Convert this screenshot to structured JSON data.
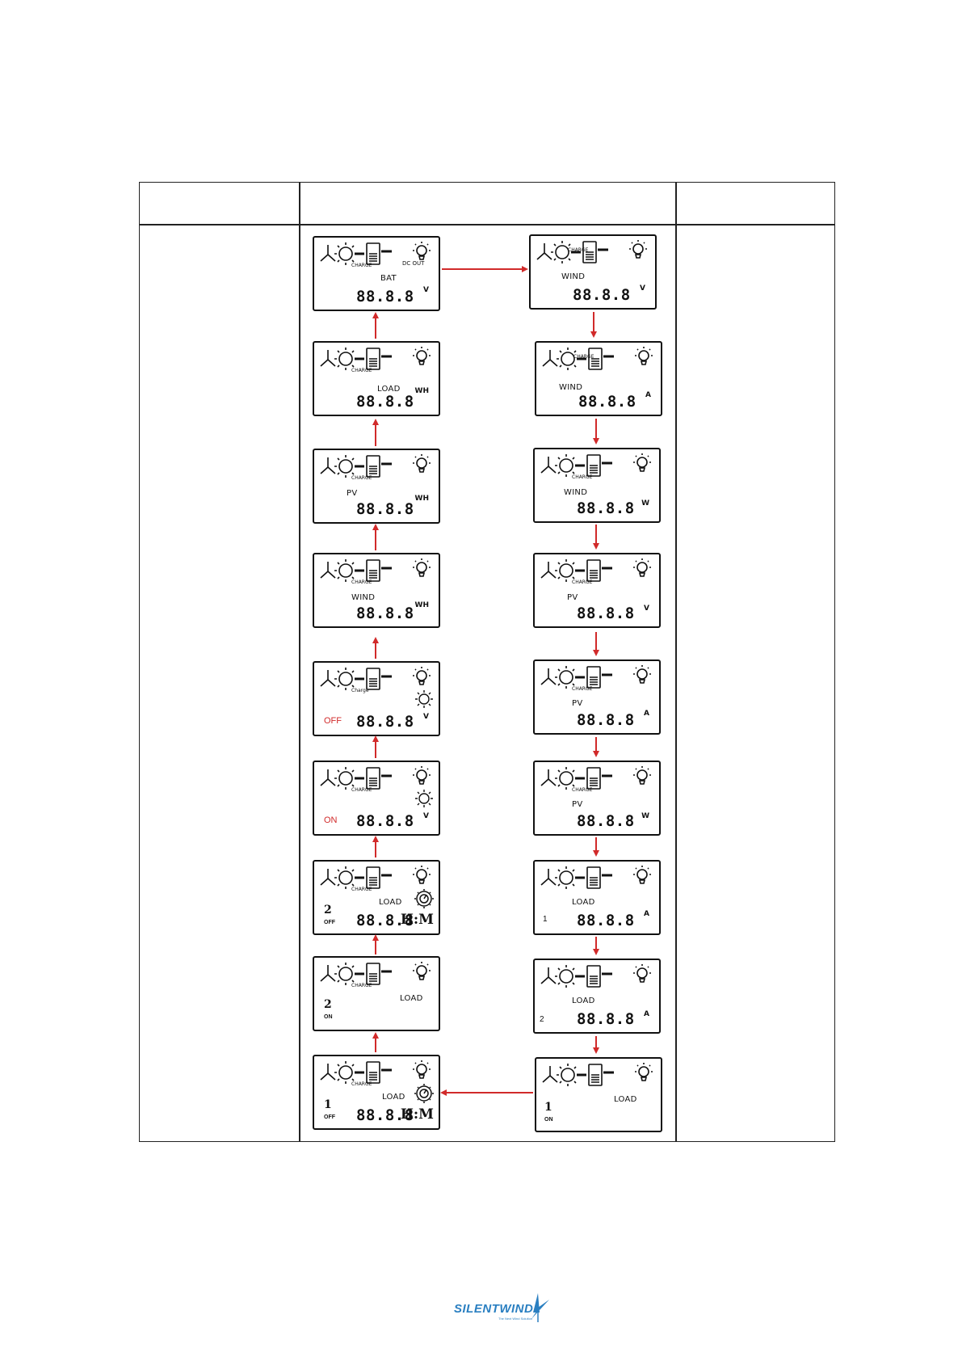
{
  "logo": {
    "text": "SILENTWIND",
    "tagline": "The Next Wind Solution"
  },
  "lcd_icon_labels": {
    "charge": "CHARGE",
    "charge_mixed": "Charge",
    "dcout": "DC OUT"
  },
  "screens": [
    {
      "label": "BAT",
      "value": "88.8.8",
      "unit": "V",
      "dcout": true
    },
    {
      "label": "WIND",
      "value": "88.8.8",
      "unit": "V"
    },
    {
      "label": "LOAD",
      "value": "88.8.8",
      "unit": "WH"
    },
    {
      "label": "WIND",
      "value": "88.8.8",
      "unit": "A"
    },
    {
      "label": "PV",
      "value": "88.8.8",
      "unit": "WH"
    },
    {
      "label": "WIND",
      "value": "88.8.8",
      "unit": "W"
    },
    {
      "label": "WIND",
      "value": "88.8.8",
      "unit": "WH"
    },
    {
      "label": "PV",
      "value": "88.8.8",
      "unit": "V"
    },
    {
      "state": "OFF",
      "value": "88.8.8",
      "unit": "V"
    },
    {
      "label": "PV",
      "value": "88.8.8",
      "unit": "A"
    },
    {
      "state": "ON",
      "value": "88.8.8",
      "unit": "V"
    },
    {
      "label": "PV",
      "value": "88.8.8",
      "unit": "W"
    },
    {
      "slot": "2",
      "slot_state": "OFF",
      "label": "LOAD",
      "value": "88.8.8",
      "hm": "H:M"
    },
    {
      "slot_small": "1",
      "label": "LOAD",
      "value": "88.8.8",
      "unit": "A"
    },
    {
      "slot": "2",
      "slot_state": "ON",
      "label": "LOAD"
    },
    {
      "slot_small": "2",
      "label": "LOAD",
      "value": "88.8.8",
      "unit": "A"
    },
    {
      "slot": "1",
      "slot_state": "OFF",
      "label": "LOAD",
      "value": "88.8.8",
      "hm": "H:M"
    },
    {
      "slot": "1",
      "slot_state": "ON",
      "label": "LOAD"
    }
  ]
}
